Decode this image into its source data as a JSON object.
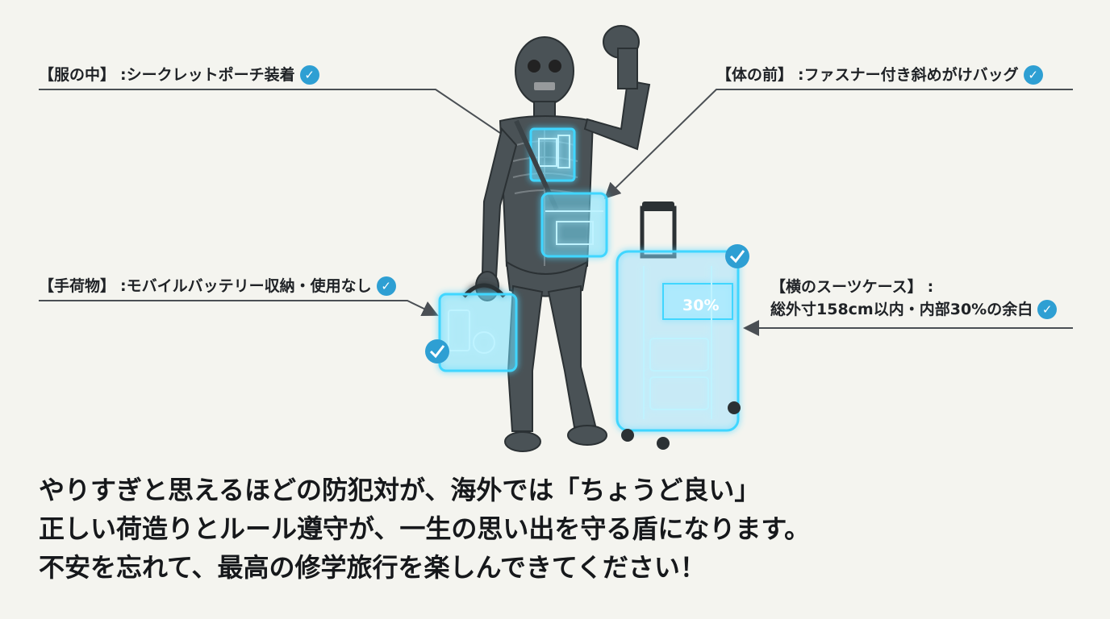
{
  "callouts": {
    "inner": {
      "tag": "【服の中】",
      "text": ":シークレットポーチ装着"
    },
    "front": {
      "tag": "【体の前】",
      "text": ":ファスナー付き斜めがけバッグ"
    },
    "hand": {
      "tag": "【手荷物】",
      "text": ":モバイルバッテリー収納・使用なし"
    },
    "side": {
      "tag": "【横のスーツケース】",
      "sep": ":",
      "text": "総外寸158cm以内・内部30%の余白"
    }
  },
  "suitcase_label": "30%",
  "message": {
    "line1": "やりすぎと思えるほどの防犯対が、海外では「ちょうど良い」",
    "line2": "正しい荷造りとルール遵守が、一生の思い出を守る盾になります。",
    "line3": "不安を忘れて、最高の修学旅行を楽しんできてください！"
  },
  "colors": {
    "accent": "#2e9fd3",
    "glow": "#3fd6ff",
    "figure": "#4a5256",
    "background": "#f4f4ef"
  },
  "icons": {
    "check": "check-circle-icon"
  }
}
